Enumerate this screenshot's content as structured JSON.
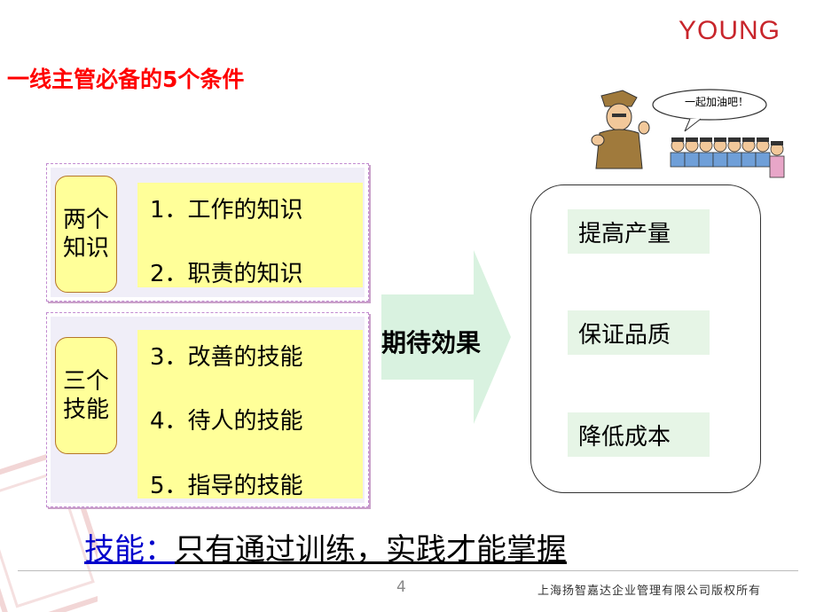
{
  "logo": "YOUNG",
  "title": "一线主管必备的5个条件",
  "bubble": "一起加油吧！",
  "knowledge": {
    "label": "两个\n知识",
    "items": [
      "1．工作的知识",
      "2．职责的知识"
    ]
  },
  "skills": {
    "label": "三个\n技能",
    "items": [
      "3．改善的技能",
      "4．待人的技能",
      "5．指导的技能"
    ]
  },
  "expect_label": "期待効果",
  "results": [
    "提高产量",
    "保证品质",
    "降低成本"
  ],
  "bottom": {
    "keyword": "技能：",
    "rest": "只有通过训练，实践才能掌握"
  },
  "page_number": "4",
  "copyright": "上海扬智嘉达企业管理有限公司版权所有",
  "colors": {
    "title": "#ff0000",
    "logo": "#c8252b",
    "yellow": "#ffff99",
    "green_arrow": "#d9f2e0"
  }
}
